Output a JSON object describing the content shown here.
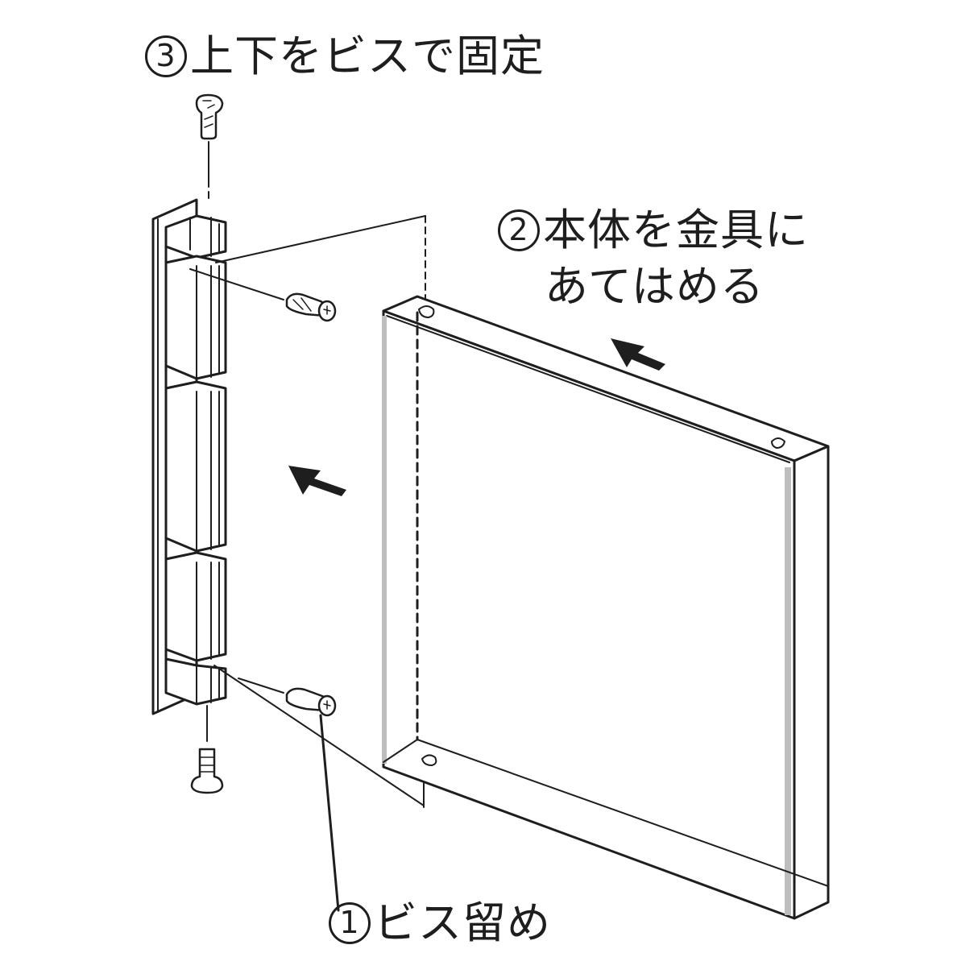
{
  "steps": [
    {
      "number": "3",
      "text": "上下をビスで固定"
    },
    {
      "number": "2",
      "text_line1": "本体を金具に",
      "text_line2": "あてはめる"
    },
    {
      "number": "1",
      "text": "ビス留め"
    }
  ],
  "parts": {
    "bracket": "wall-mount-bracket",
    "panel": "main-body-panel",
    "screws": [
      "top-screw",
      "bottom-screw",
      "upper-anchor-screw",
      "lower-anchor-screw"
    ],
    "arrows": [
      "panel-push-arrow",
      "bracket-push-arrow"
    ]
  },
  "colors": {
    "ink": "#1e1e1e",
    "edge_shade": "#bdbdbd",
    "background": "#ffffff"
  }
}
